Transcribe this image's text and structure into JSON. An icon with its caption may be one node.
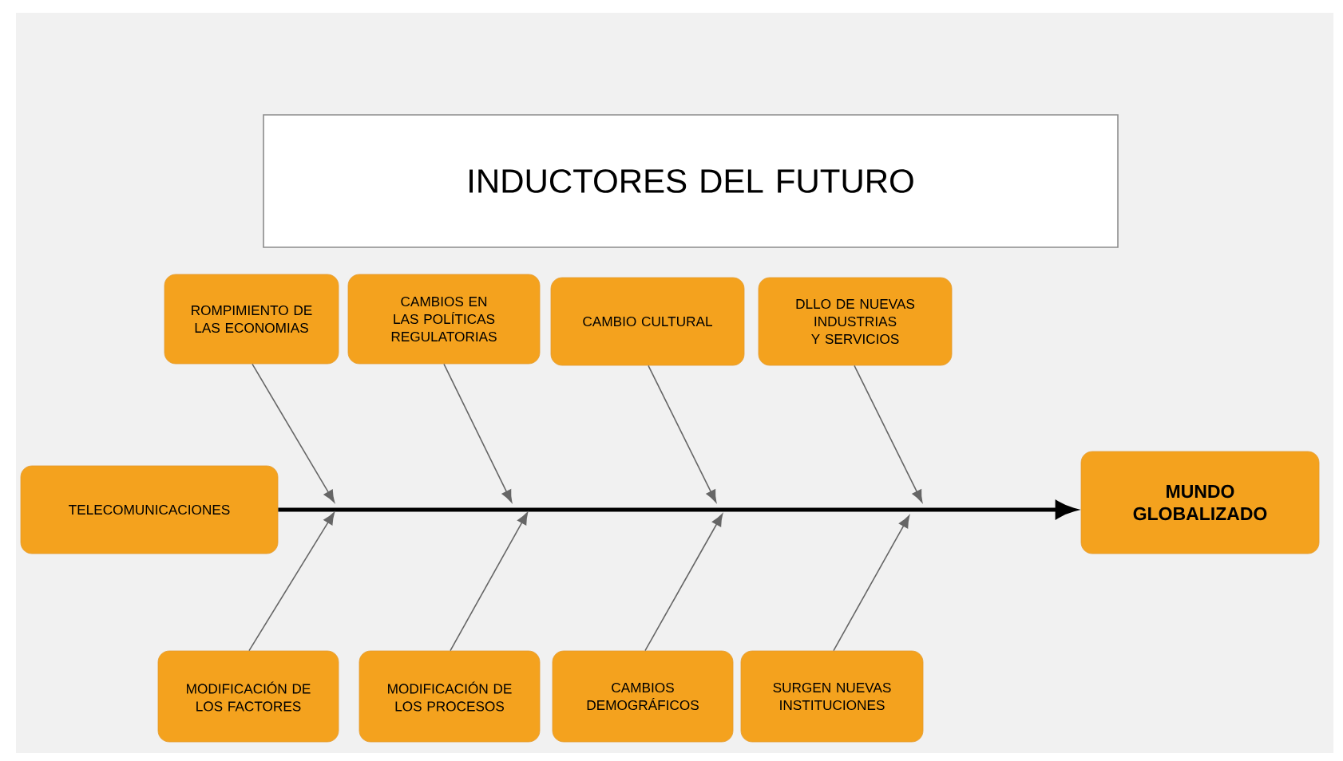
{
  "diagram": {
    "nodes": [
      {
        "text": [
          "INDUCTORES DEL FUTURO"
        ]
      },
      {
        "text": [
          "ROMPIMIENTO DE LAS ECONOMIAS"
        ]
      },
      {
        "text": [
          "CAMBIOS EN LAS POLÍTICAS REGULATORIAS"
        ]
      },
      {
        "text": [
          "CAMBIO CULTURAL"
        ]
      },
      {
        "text": [
          "DLLO DE NUEVAS INDUSTRIAS Y SERVICIOS"
        ]
      },
      {
        "text": [
          "TELECOMUNICACIONES"
        ]
      },
      {
        "text": [
          "MUNDO GLOBALIZADO"
        ]
      },
      {
        "text": [
          "MODIFICACIÓN DE LOS FACTORES"
        ]
      },
      {
        "text": [
          "MODIFICACIÓN DE LOS PROCESOS"
        ]
      },
      {
        "text": [
          "CAMBIOS DEMOGRÁFICOS"
        ]
      },
      {
        "text": [
          "SURGEN NUEVAS INSTITUCIONES"
        ]
      }
    ],
    "edges": [
      {
        "from": 5,
        "to": 6,
        "arrow": "to",
        "style": "thick",
        "color": "#000000"
      },
      {
        "from": 1,
        "to": null,
        "arrow": "to"
      },
      {
        "from": 2,
        "to": null,
        "arrow": "to"
      },
      {
        "from": 3,
        "to": null,
        "arrow": "to"
      },
      {
        "from": 4,
        "to": null,
        "arrow": "to"
      },
      {
        "from": 7,
        "to": null,
        "arrow": "to"
      },
      {
        "from": 8,
        "to": null,
        "arrow": "to"
      },
      {
        "from": 9,
        "to": null,
        "arrow": "to"
      },
      {
        "from": 10,
        "to": null,
        "arrow": "to"
      }
    ]
  }
}
